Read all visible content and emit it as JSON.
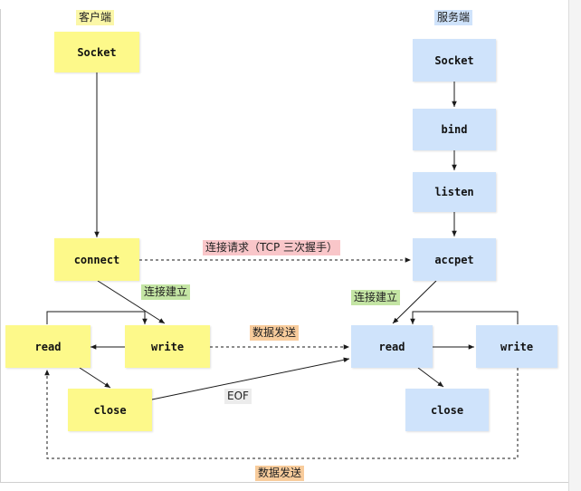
{
  "client": {
    "header": "客户端",
    "socket": "Socket",
    "connect": "connect",
    "read": "read",
    "write": "write",
    "close": "close",
    "established": "连接建立"
  },
  "server": {
    "header": "服务端",
    "socket": "Socket",
    "bind": "bind",
    "listen": "listen",
    "accept": "accpet",
    "read": "read",
    "write": "write",
    "close": "close",
    "established": "连接建立"
  },
  "labels": {
    "connect_request": "连接请求（TCP 三次握手）",
    "data_send_top": "数据发送",
    "eof": "EOF",
    "data_send_bottom": "数据发送"
  },
  "colors": {
    "client_box": "#fdf98a",
    "server_box": "#cfe3fb",
    "line": "#1a1a1a"
  }
}
